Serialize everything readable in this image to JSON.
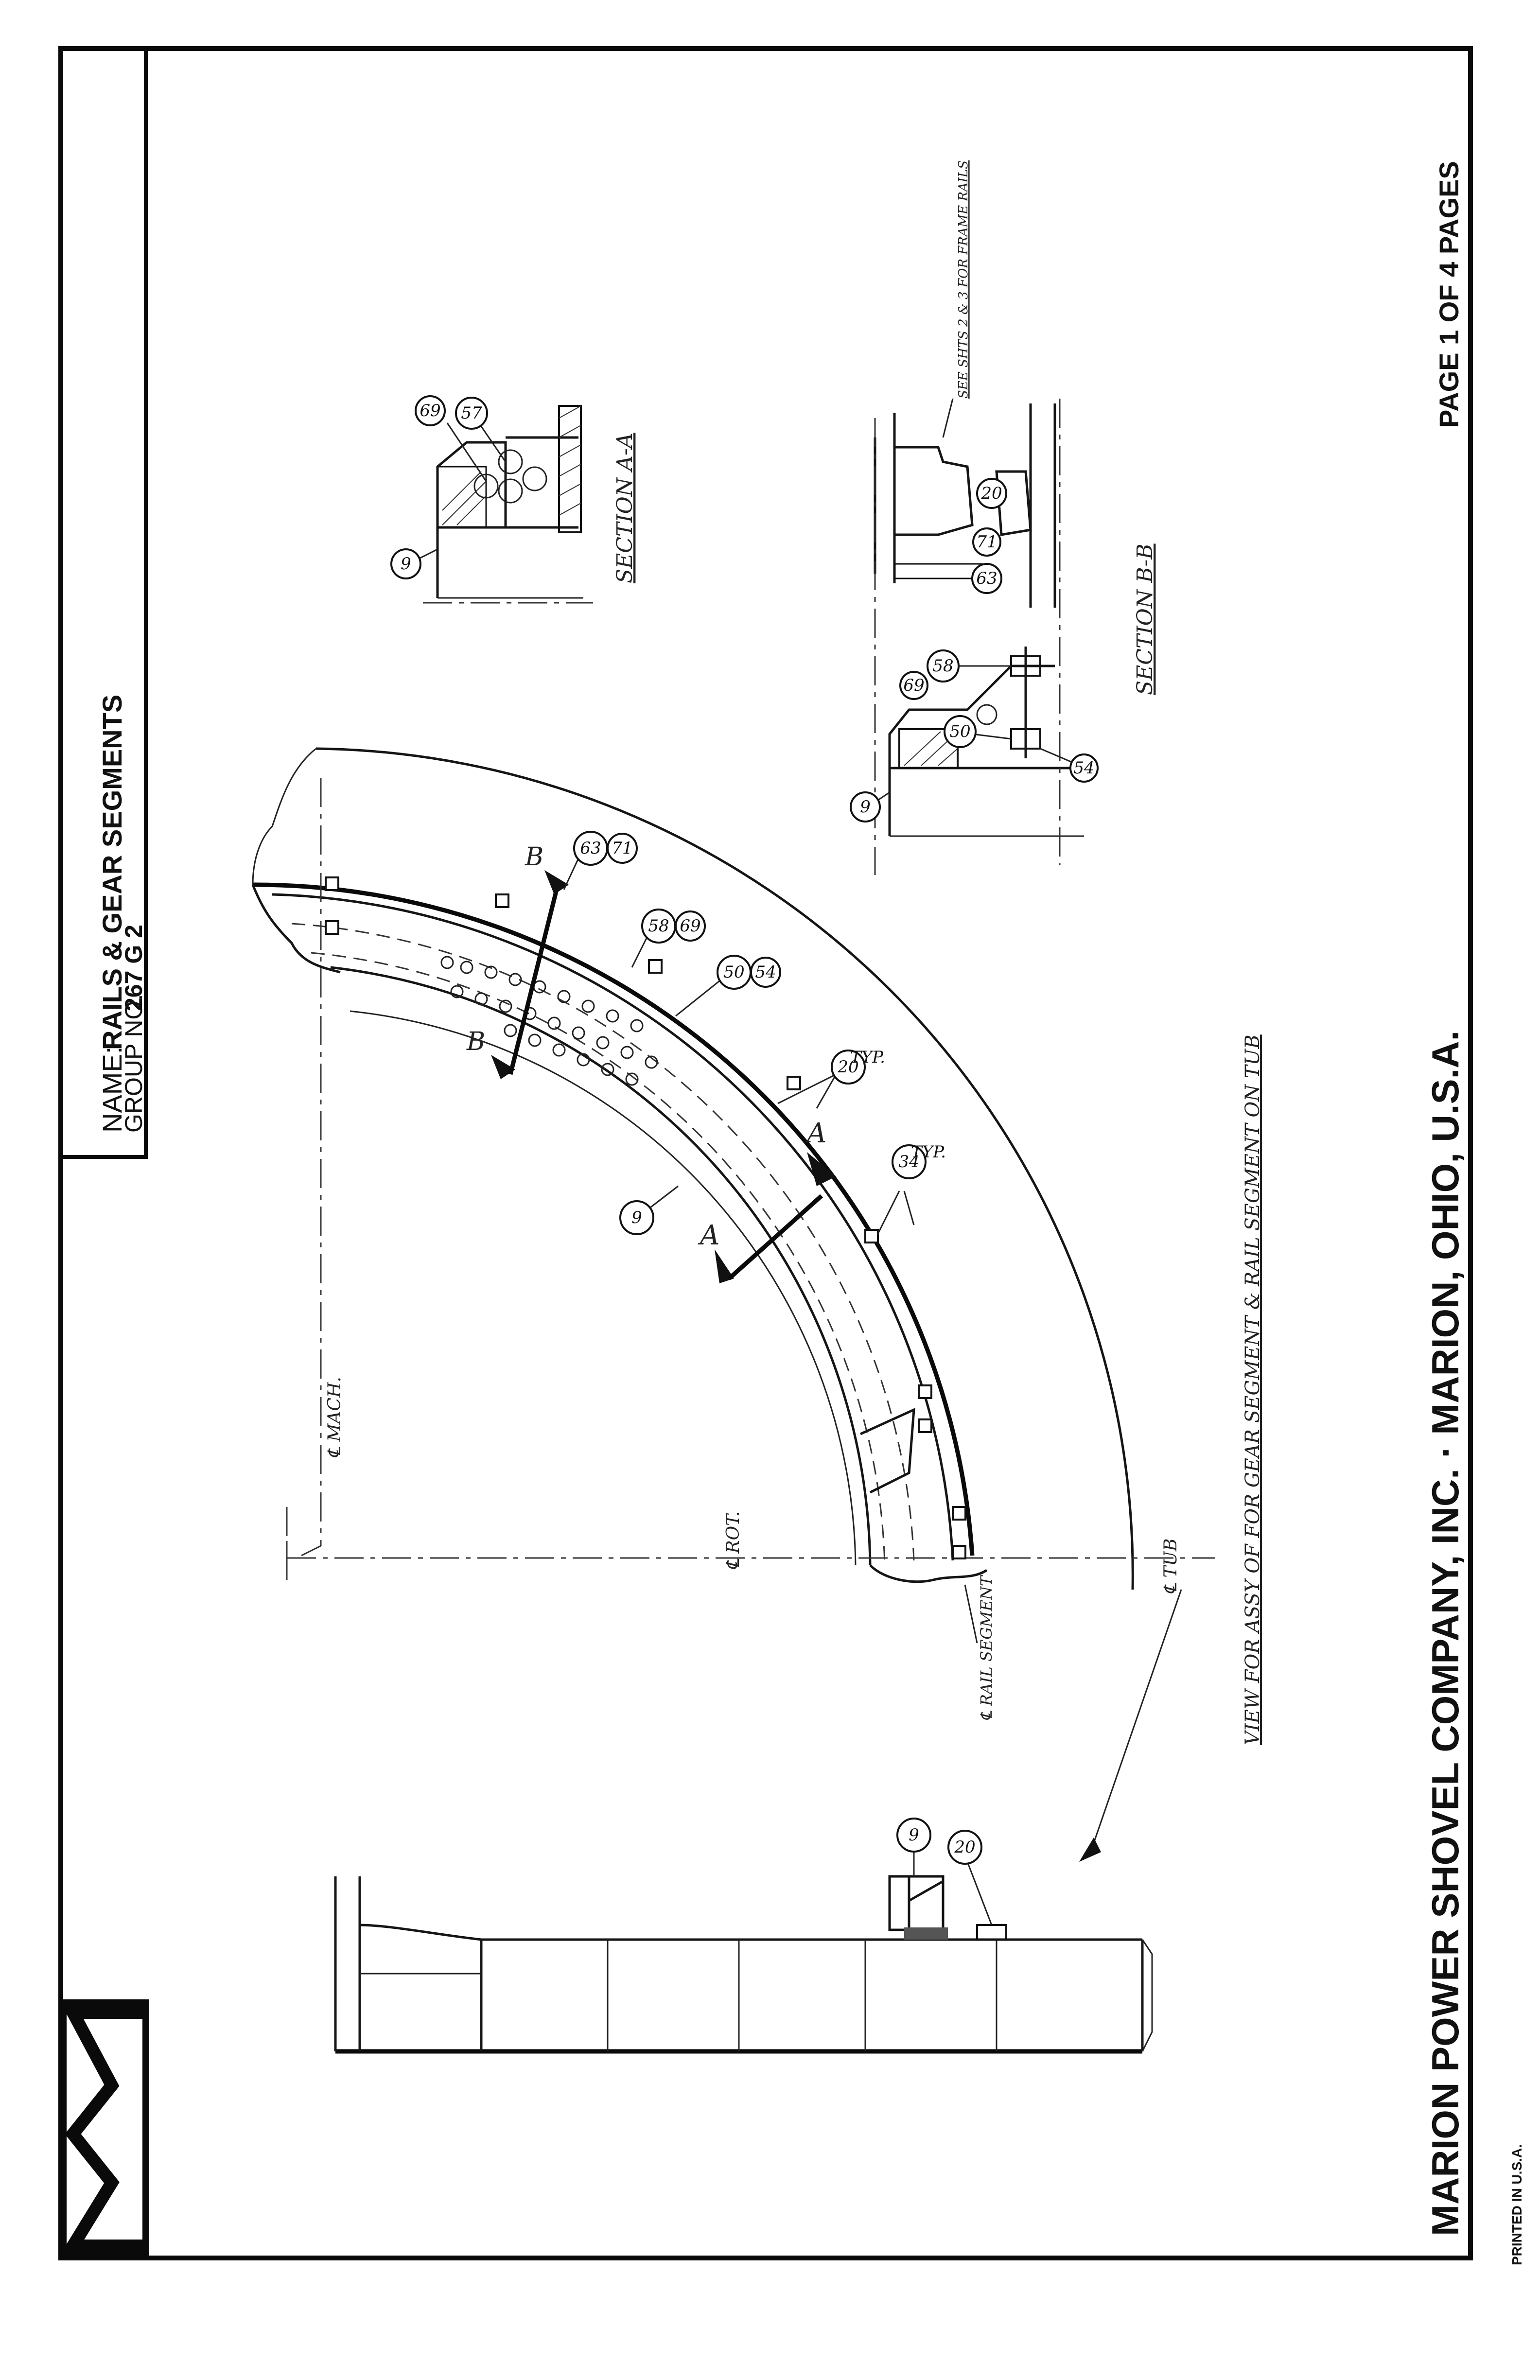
{
  "title_block": {
    "name_label": "NAME:",
    "name_value": "RAILS & GEAR SEGMENTS",
    "group_label": "GROUP NO.",
    "group_value": "267 G 2"
  },
  "footer": {
    "company": "MARION POWER SHOVEL COMPANY, INC. · MARION, OHIO, U.S.A.",
    "page": "PAGE 1 OF 4 PAGES",
    "printed": "PRINTED IN U.S.A."
  },
  "notes": {
    "view_caption": "VIEW FOR ASSY OF FOR GEAR SEGMENT & RAIL SEGMENT ON TUB",
    "see_note": "SEE SHTS 2 & 3 FOR FRAME RAILS",
    "section_a": "SECTION A-A",
    "section_b": "SECTION B-B",
    "cl_mach": "℄ MACH.",
    "cl_rot": "℄ ROT.",
    "cl_tub": "℄ TUB",
    "cl_rail": "℄ RAIL SEGMENT",
    "typ": "TYP."
  },
  "cut_labels": {
    "a": "A",
    "b": "B"
  },
  "balloons": {
    "b9": "9",
    "b20": "20",
    "b34": "34",
    "b50": "50",
    "b54": "54",
    "b57": "57",
    "b58": "58",
    "b63": "63",
    "b69": "69",
    "b71": "71"
  },
  "colors": {
    "ink": "#111111",
    "paper": "#ffffff"
  }
}
